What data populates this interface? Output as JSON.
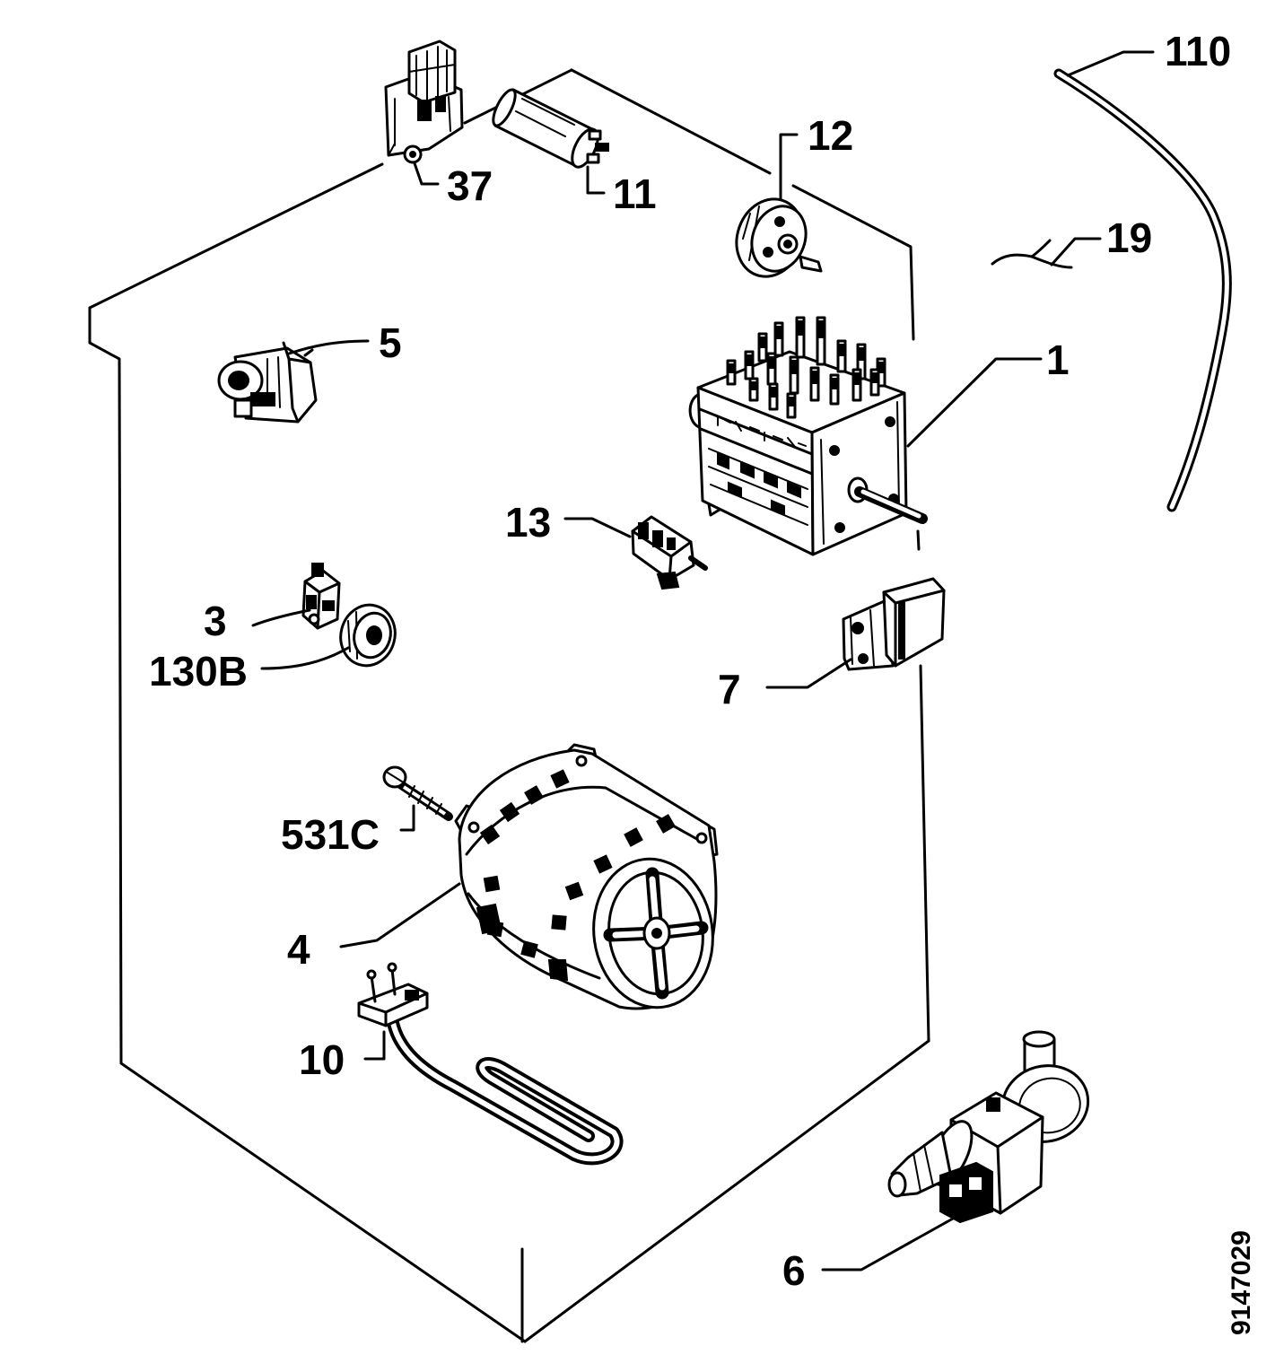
{
  "callouts": {
    "c110": "110",
    "c12": "12",
    "c37": "37",
    "c11": "11",
    "c19": "19",
    "c5": "5",
    "c1": "1",
    "c13": "13",
    "c3": "3",
    "c130b": "130B",
    "c7": "7",
    "c531c": "531C",
    "c4": "4",
    "c10": "10",
    "c6": "6"
  },
  "drawing_number": "9147029",
  "colors": {
    "line": "#000000",
    "background": "#ffffff"
  }
}
